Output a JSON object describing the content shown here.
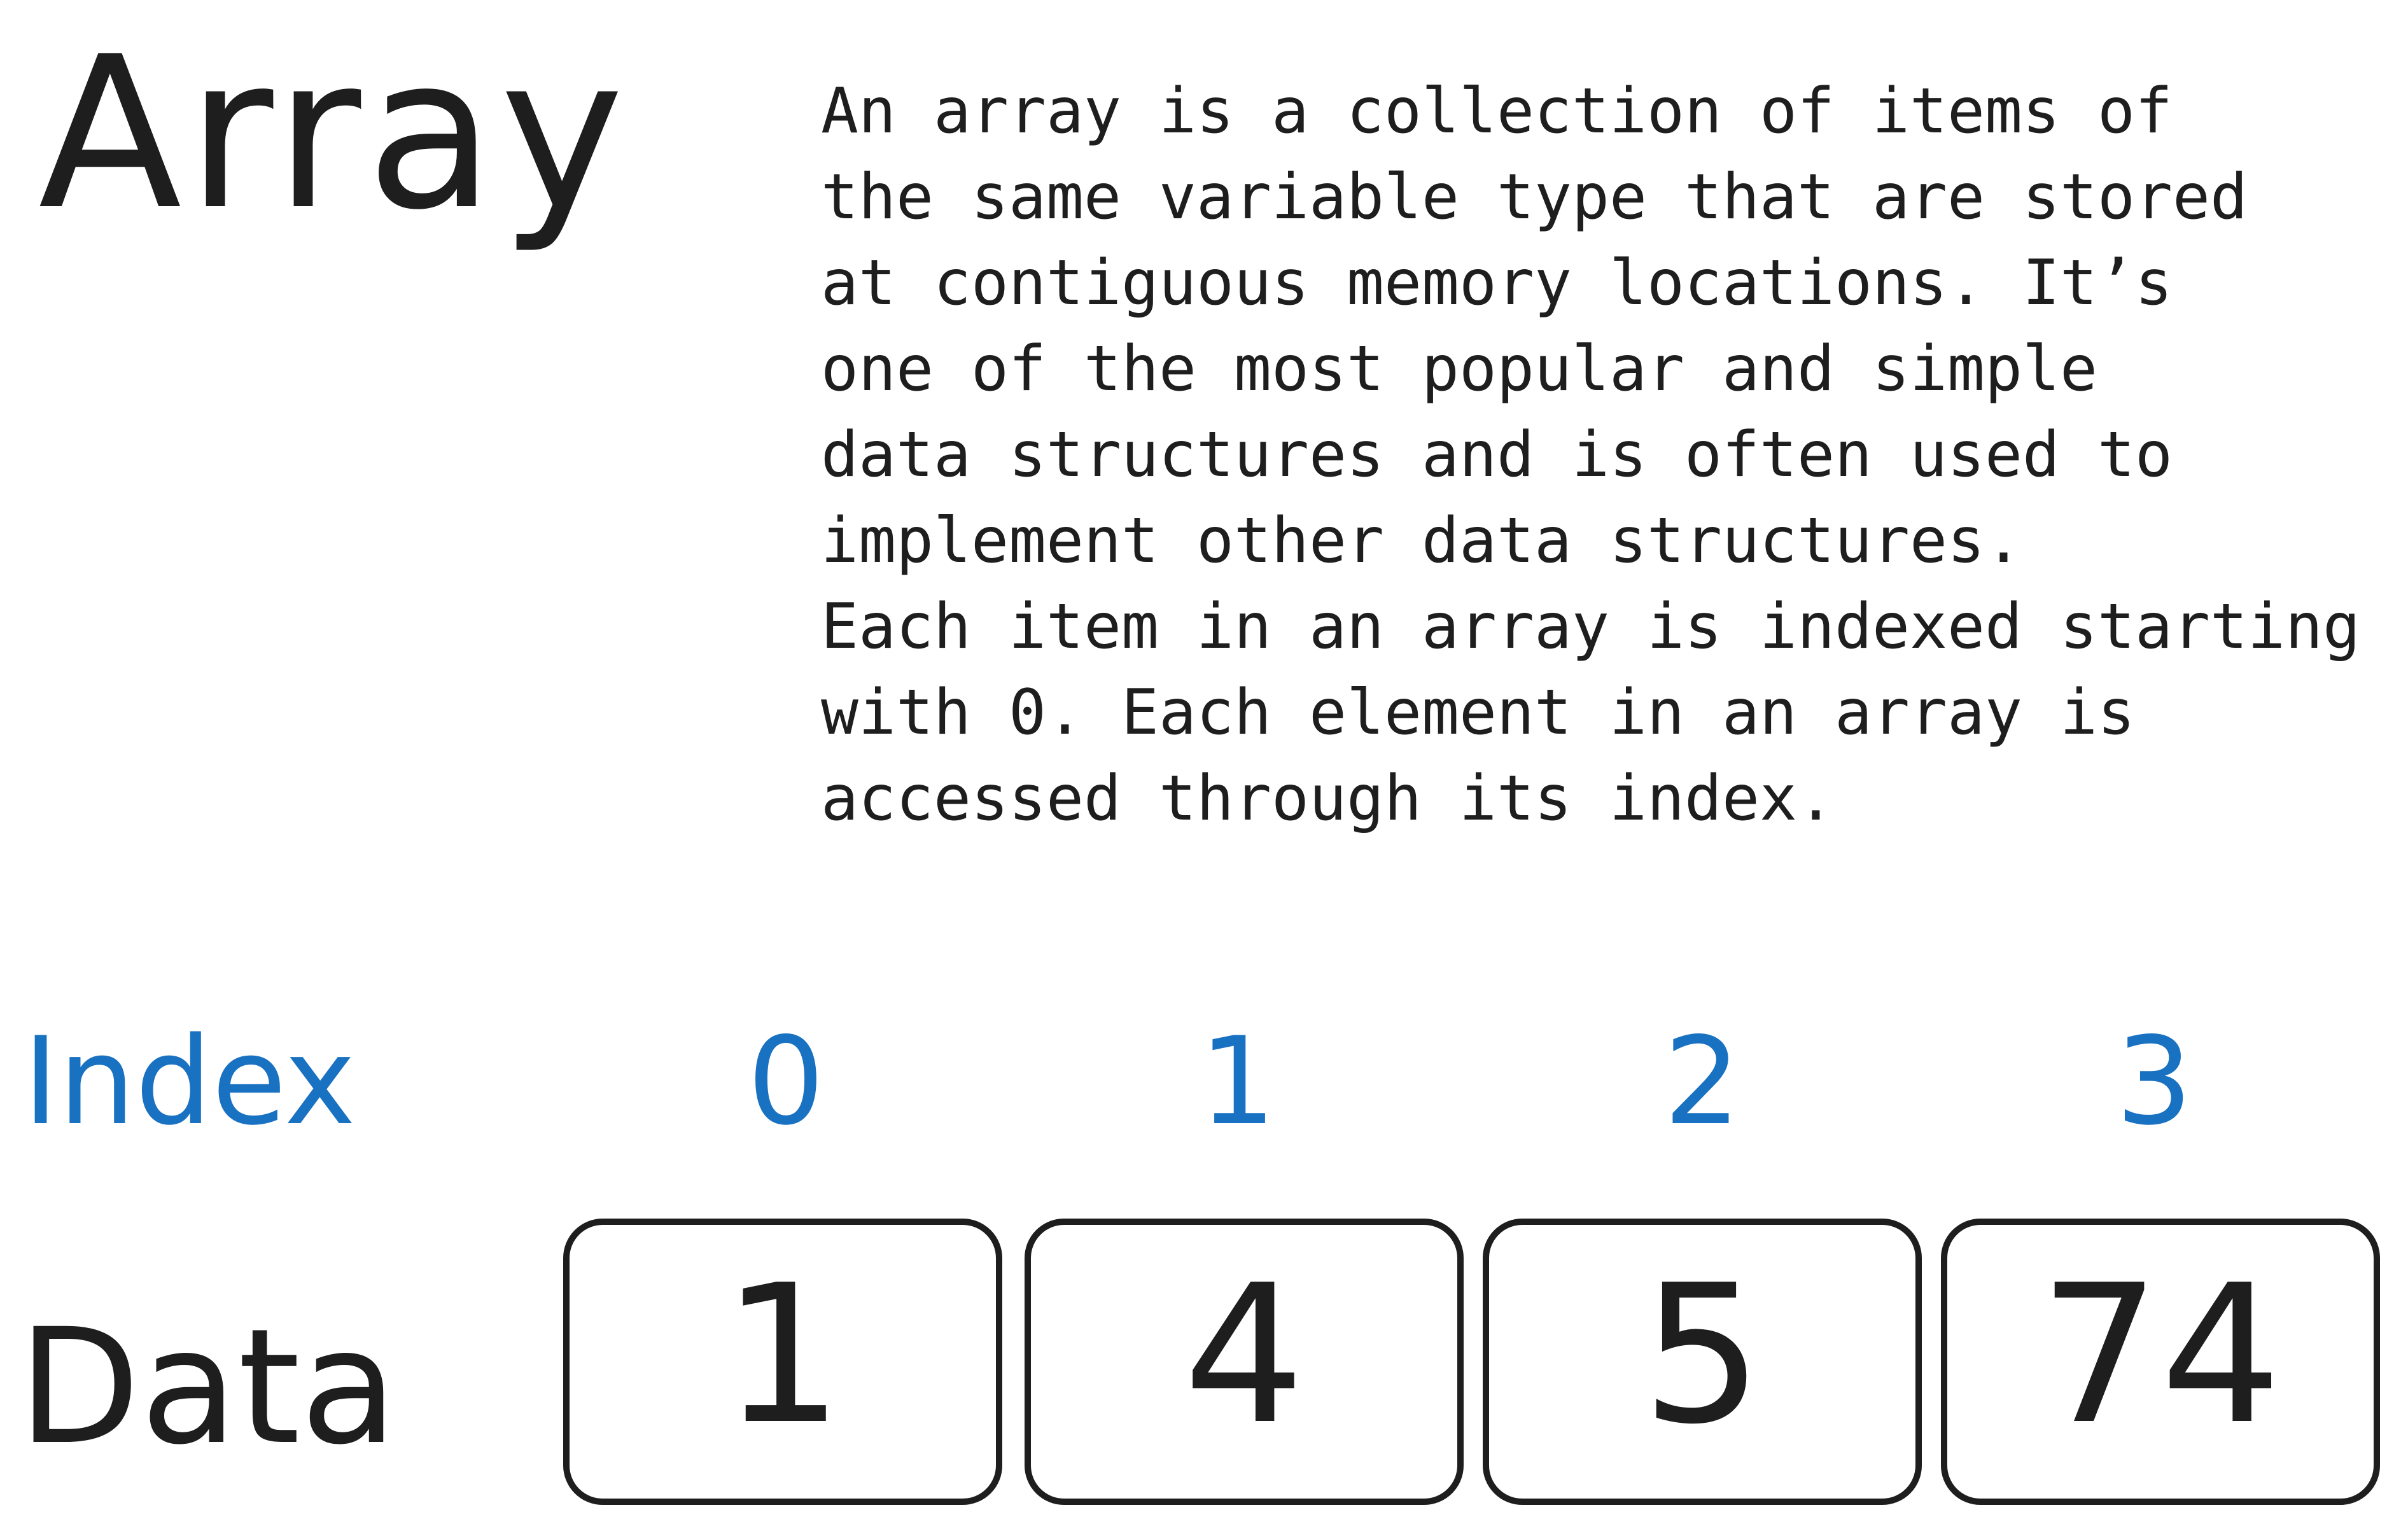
{
  "title": "Array",
  "description": "An array is a collection of items of\nthe same variable type that are stored\nat contiguous memory locations. It’s\none of the most popular and simple\ndata structures and is often used to\nimplement other data structures.\nEach item in an array is indexed starting\nwith 0. Each element in an array is\naccessed through its index.",
  "index_label": "Index",
  "data_label": "Data",
  "indices": [
    "0",
    "1",
    "2",
    "3"
  ],
  "values": [
    "1",
    "4",
    "5",
    "74"
  ],
  "colors": {
    "index": "#1971c2",
    "ink": "#1e1e1e"
  }
}
